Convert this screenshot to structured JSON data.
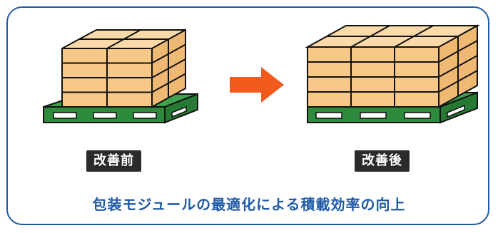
{
  "before_label": "改善前",
  "after_label": "改善後",
  "caption": "包装モジュールの最適化による積載効率の向上",
  "colors": {
    "border": "#1f5aa6",
    "caption": "#1f5aa6",
    "box_top": "#fbd9a8",
    "box_front": "#f7c888",
    "box_side": "#efb873",
    "pallet": "#2e8b3d",
    "arrow": "#f25a1e",
    "label_bg": "#2b2b2b"
  }
}
